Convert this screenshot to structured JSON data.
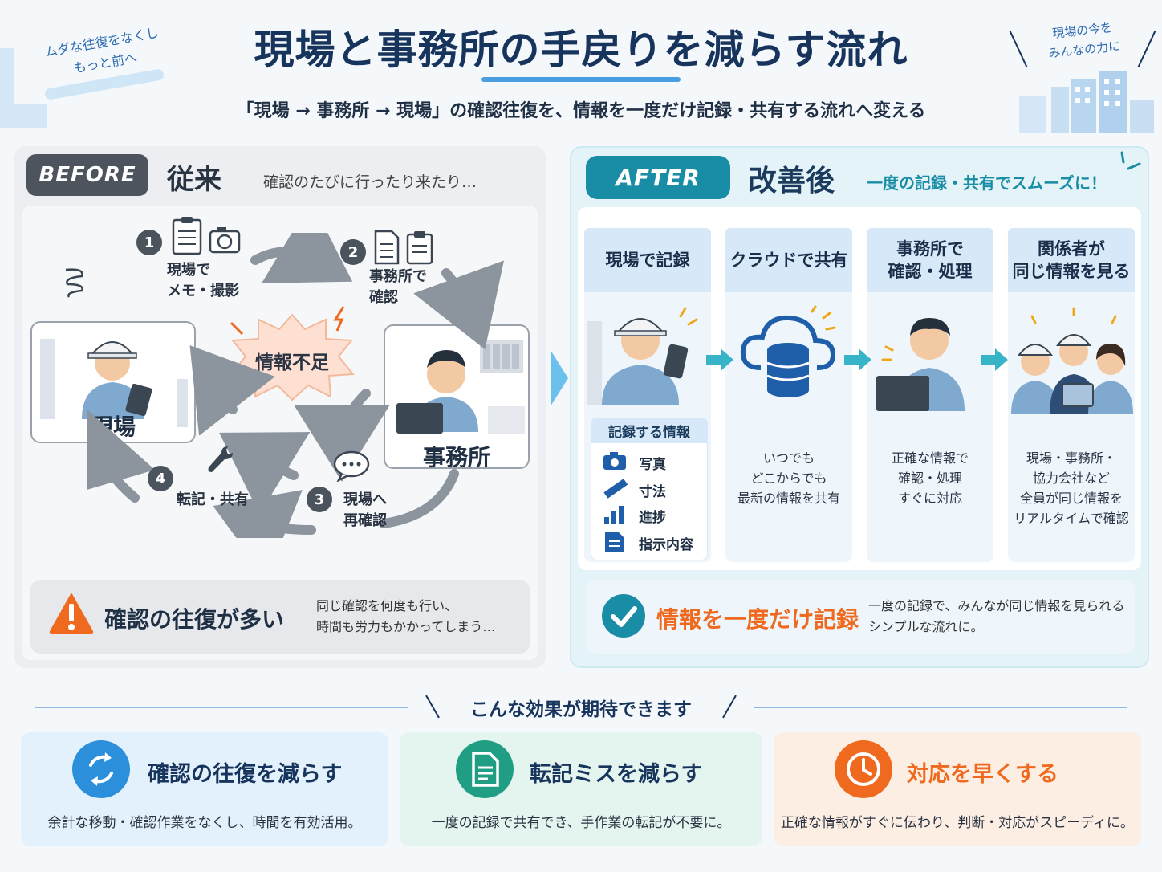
{
  "header": {
    "title": "現場と事務所の手戻りを減らす流れ",
    "subtitle": "「現場 → 事務所 → 現場」の確認往復を、情報を一度だけ記録・共有する流れへ変える",
    "tag_left_1": "ムダな往復をなくし",
    "tag_left_2": "もっと前へ",
    "tag_right_1": "現場の今を",
    "tag_right_2": "みんなの力に"
  },
  "before": {
    "badge": "BEFORE",
    "heading": "従来",
    "caption": "確認のたびに行ったり来たり…",
    "site_label": "現場",
    "office_label": "事務所",
    "center_label": "情報不足",
    "steps": [
      {
        "num": "1",
        "line1": "現場で",
        "line2": "メモ・撮影"
      },
      {
        "num": "2",
        "line1": "事務所で",
        "line2": "確認"
      },
      {
        "num": "3",
        "line1": "現場へ",
        "line2": "再確認"
      },
      {
        "num": "4",
        "line1": "転記・共有",
        "line2": ""
      }
    ],
    "warning_title": "確認の往復が多い",
    "warning_desc_1": "同じ確認を何度も行い、",
    "warning_desc_2": "時間も労力もかかってしまう…"
  },
  "after": {
    "badge": "AFTER",
    "heading": "改善後",
    "caption": "一度の記録・共有でスムーズに！",
    "columns": [
      {
        "head1": "現場で記録",
        "head2": ""
      },
      {
        "head1": "クラウドで共有",
        "head2": "",
        "desc1": "いつでも",
        "desc2": "どこからでも",
        "desc3": "最新の情報を共有",
        "desc4": ""
      },
      {
        "head1": "事務所で",
        "head2": "確認・処理",
        "desc1": "正確な情報で",
        "desc2": "確認・処理",
        "desc3": "すぐに対応",
        "desc4": ""
      },
      {
        "head1": "関係者が",
        "head2": "同じ情報を見る",
        "desc1": "現場・事務所・",
        "desc2": "協力会社など",
        "desc3": "全員が同じ情報を",
        "desc4": "リアルタイムで確認"
      }
    ],
    "info_title": "記録する情報",
    "info_items": [
      "写真",
      "寸法",
      "進捗",
      "指示内容"
    ],
    "record_title": "情報を一度だけ記録",
    "record_desc_1": "一度の記録で、みんなが同じ情報を見られる",
    "record_desc_2": "シンプルな流れに。"
  },
  "effects": {
    "title": "こんな効果が期待できます",
    "cards": [
      {
        "title": "確認の往復を減らす",
        "desc": "余計な移動・確認作業をなくし、時間を有効活用。"
      },
      {
        "title": "転記ミスを減らす",
        "desc": "一度の記録で共有でき、手作業の転記が不要に。"
      },
      {
        "title": "対応を早くする",
        "desc": "正確な情報がすぐに伝わり、判断・対応がスピーディに。"
      }
    ]
  },
  "colors": {
    "navy": "#17345c",
    "teal": "#1a8da6",
    "orange": "#ef6a1e",
    "blue": "#2b8fdc",
    "green": "#1f9e83"
  }
}
